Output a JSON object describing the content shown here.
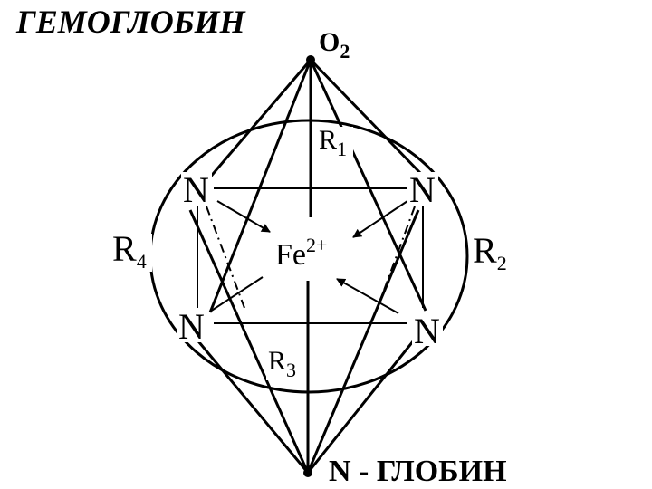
{
  "title": "ГЕМОГЛОБИН",
  "oxygen": {
    "base": "O",
    "subscript": "2"
  },
  "iron": {
    "base": "Fe",
    "superscript": "2+"
  },
  "nitrogen_label": "N",
  "r1": {
    "base": "R",
    "subscript": "1"
  },
  "r2": {
    "base": "R",
    "subscript": "2"
  },
  "r3": {
    "base": "R",
    "subscript": "3"
  },
  "r4": {
    "base": "R",
    "subscript": "4"
  },
  "globin_label": "N - ГЛОБИН",
  "colors": {
    "ink": "#000000",
    "background": "#ffffff"
  }
}
